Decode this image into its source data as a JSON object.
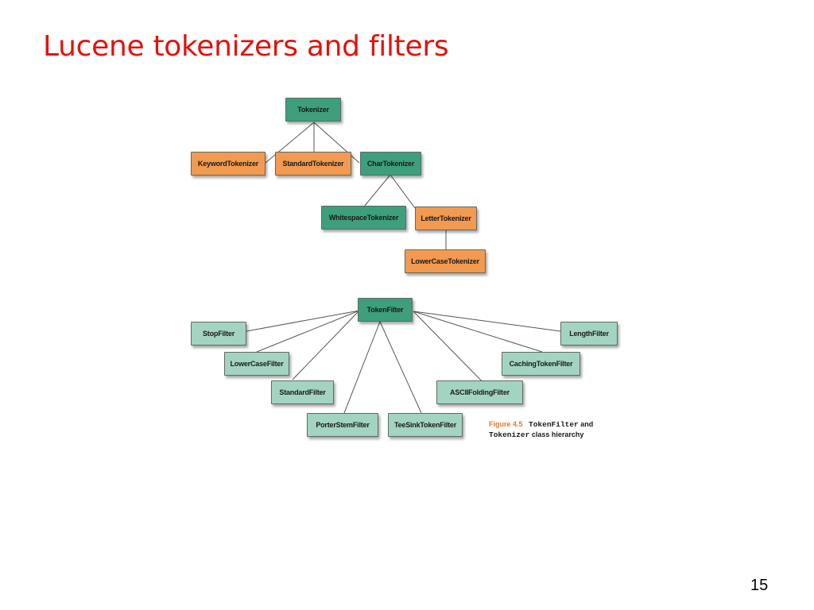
{
  "slide": {
    "title": "Lucene tokenizers and filters",
    "page_number": "15"
  },
  "colors": {
    "title": "#e3120b",
    "abstract_class": "#3d9f7c",
    "concrete_tokenizer": "#f29a50",
    "filter": "#a3d4c1",
    "figure_label": "#e07a2d"
  },
  "tokenizer_tree": {
    "root": "Tokenizer",
    "level1": [
      "KeywordTokenizer",
      "StandardTokenizer",
      "CharTokenizer"
    ],
    "level2": [
      "WhitespaceTokenizer",
      "LetterTokenizer"
    ],
    "level3": [
      "LowerCaseTokenizer"
    ]
  },
  "filter_tree": {
    "root": "TokenFilter",
    "children": [
      "StopFilter",
      "LowerCaseFilter",
      "StandardFilter",
      "PorterStemFilter",
      "TeeSinkTokenFilter",
      "ASCIIFoldingFilter",
      "CachingTokenFilter",
      "LengthFilter"
    ]
  },
  "caption": {
    "figure_label": "Figure 4.5",
    "class1": "TokenFilter",
    "word_and": "and",
    "class2": "Tokenizer",
    "suffix": "class hierarchy"
  }
}
